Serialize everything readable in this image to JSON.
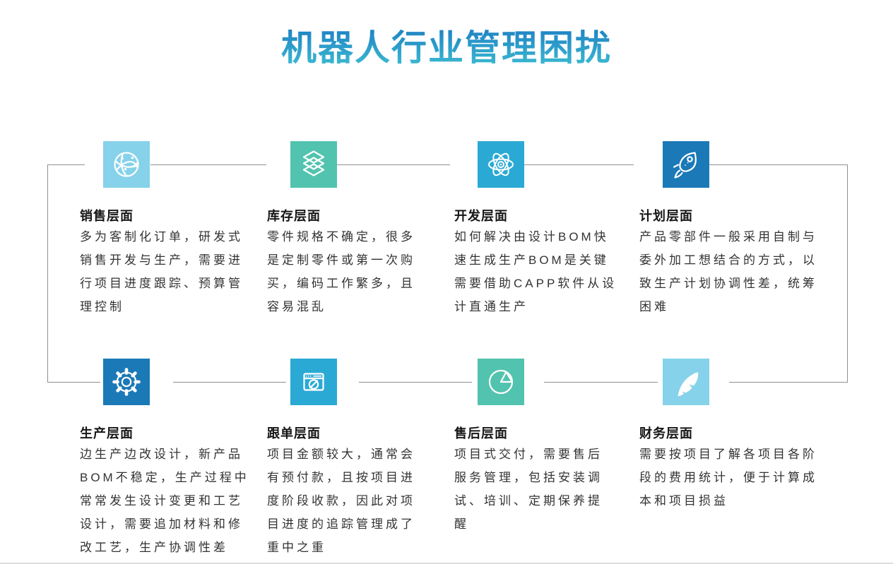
{
  "title": "机器人行业管理困扰",
  "colors": {
    "title_gradient_top": "#1d80c3",
    "title_gradient_bottom": "#3ebed2",
    "light_blue": "#85d2ea",
    "teal": "#52c3ae",
    "cyan": "#2ba9d5",
    "dark_blue": "#1b79b7",
    "connector_gray": "#8f8f8f"
  },
  "sections": [
    {
      "key": "sales",
      "icon": "network-globe-icon",
      "icon_color": "#85d2ea",
      "heading": "销售层面",
      "body": "多为客制化订单，研发式\n销售开发与生产，需要进\n行项目进度跟踪、预算管\n理控制"
    },
    {
      "key": "inventory",
      "icon": "layers-icon",
      "icon_color": "#52c3ae",
      "heading": "库存层面",
      "body": "零件规格不确定，很多\n是定制零件或第一次购\n买，编码工作繁多，且\n容易混乱"
    },
    {
      "key": "development",
      "icon": "atom-icon",
      "icon_color": "#2ba9d5",
      "heading": "开发层面",
      "body": "如何解决由设计BOM快\n速生成生产BOM是关键\n需要借助CAPP软件从设\n计直通生产"
    },
    {
      "key": "planning",
      "icon": "rocket-icon",
      "icon_color": "#1b79b7",
      "heading": "计划层面",
      "body": "产品零部件一般采用自制与\n委外加工想结合的方式，以\n致生产计划协调性差，统筹\n困难"
    },
    {
      "key": "production",
      "icon": "gear-icon",
      "icon_color": "#1b79b7",
      "heading": "生产层面",
      "body": "边生产边改设计，新产品\nBOM不稳定，生产过程中\n常常发生设计变更和工艺\n设计，需要追加材料和修\n改工艺，生产协调性差"
    },
    {
      "key": "tracking",
      "icon": "browser-compass-icon",
      "icon_color": "#2ba9d5",
      "heading": "跟单层面",
      "body": "项目金额较大，通常会\n有预付款，且按项目进\n度阶段收款，因此对项\n目进度的追踪管理成了\n重中之重"
    },
    {
      "key": "aftersales",
      "icon": "pie-chart-icon",
      "icon_color": "#52c3ae",
      "heading": "售后层面",
      "body": "项目式交付，需要售后\n服务管理，包括安装调\n试、培训、定期保养提\n醒"
    },
    {
      "key": "finance",
      "icon": "feather-icon",
      "icon_color": "#85d2ea",
      "heading": "财务层面",
      "body": "需要按项目了解各项目各阶\n段的费用统计，便于计算成\n本和项目损益"
    }
  ]
}
